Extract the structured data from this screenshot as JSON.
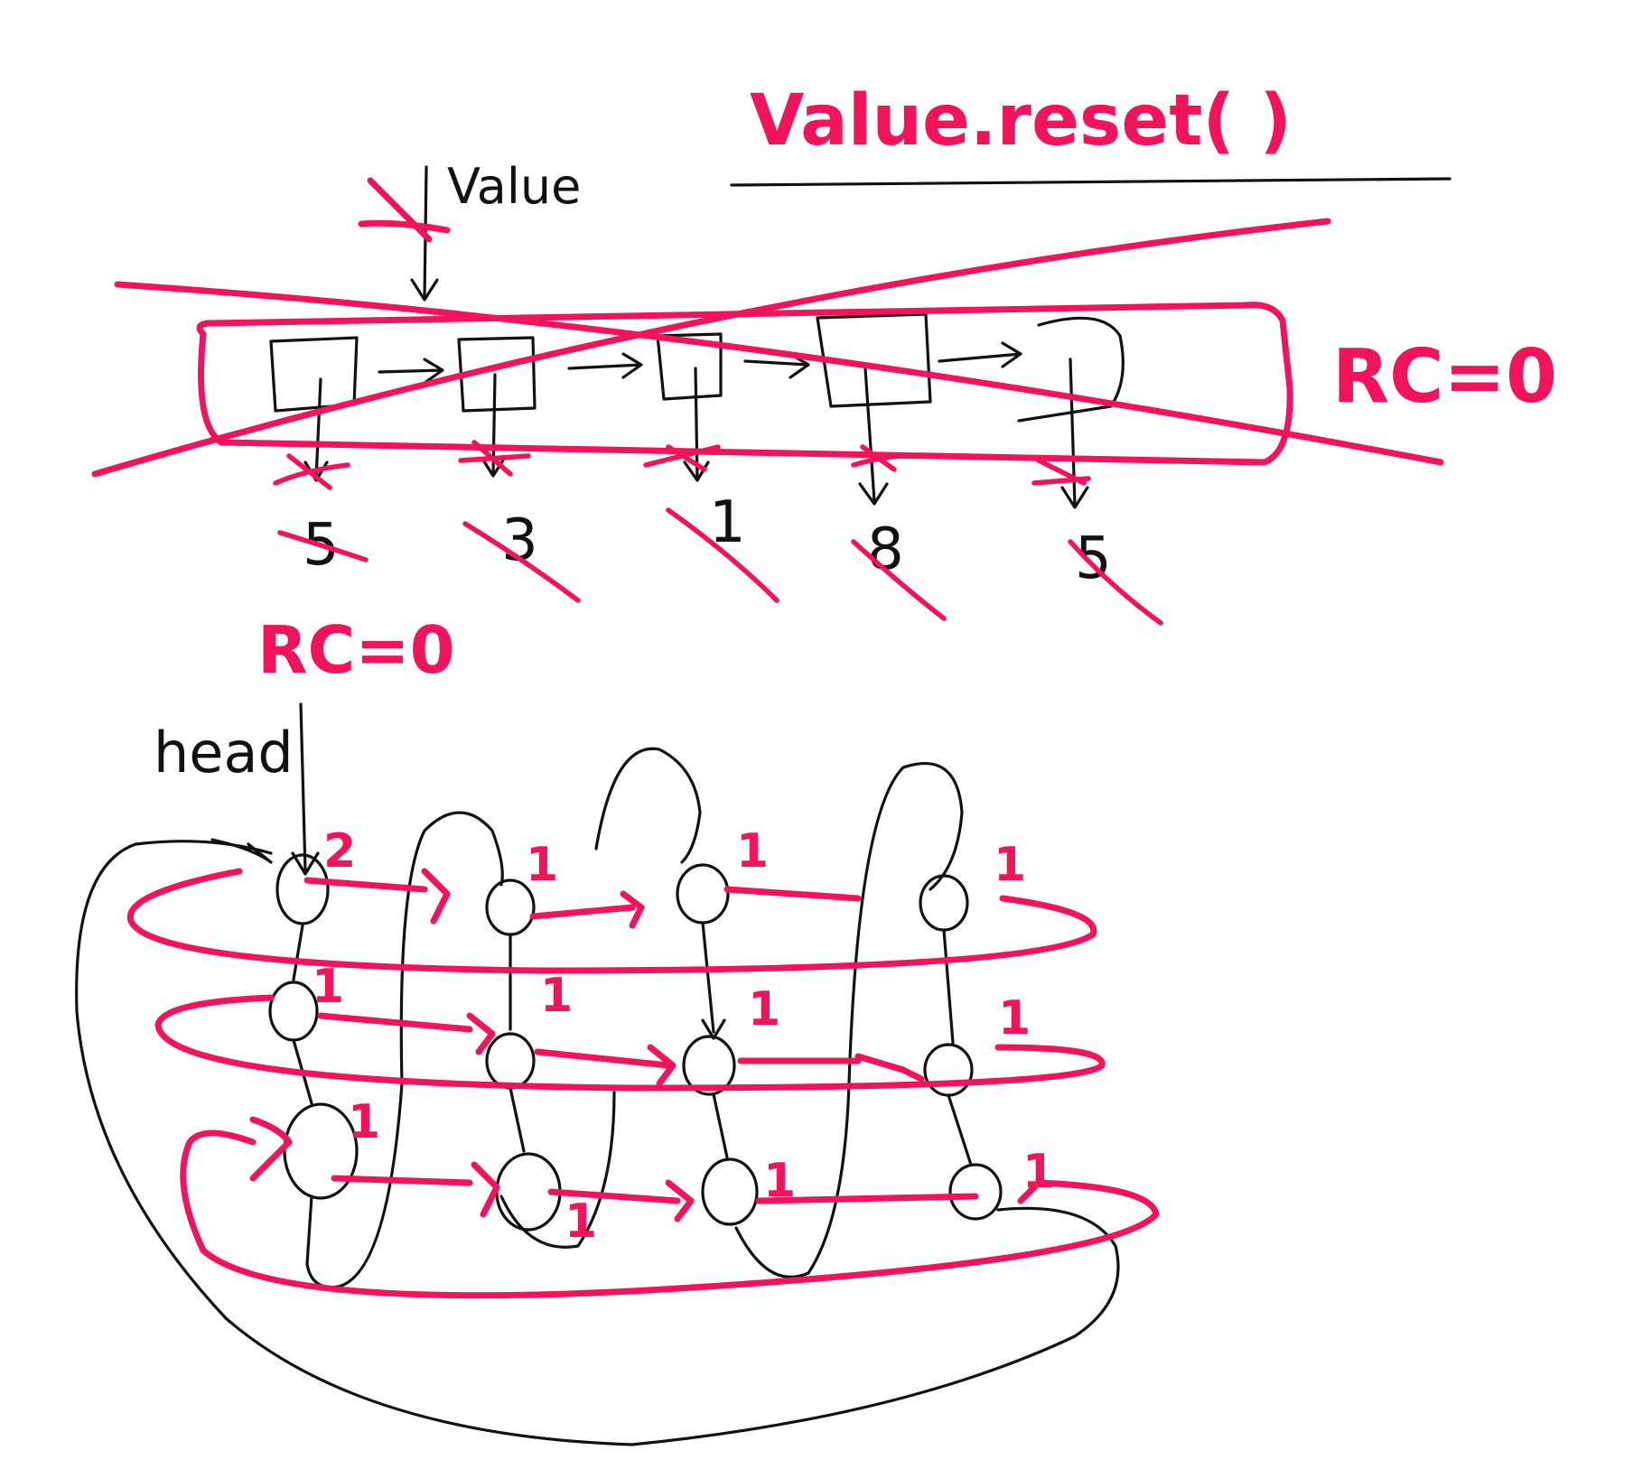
{
  "colors": {
    "ink": "#111111",
    "highlight": "#f2145a",
    "background": "#ffffff"
  },
  "heading": {
    "call": "Value.reset( )"
  },
  "top_list": {
    "pointer_label": "Value",
    "ref_count_label": "RC=0",
    "node_values": [
      "5",
      "3",
      "1",
      "8",
      "5"
    ],
    "struck_out": true
  },
  "bottom_graph": {
    "ref_count_label": "RC=0",
    "head_label": "head",
    "ref_counts": {
      "row1": [
        "2",
        "1",
        "1",
        "1"
      ],
      "row2": [
        "1",
        "1",
        "1",
        "1"
      ],
      "row3": [
        "1",
        "1",
        "1",
        "1"
      ]
    }
  }
}
